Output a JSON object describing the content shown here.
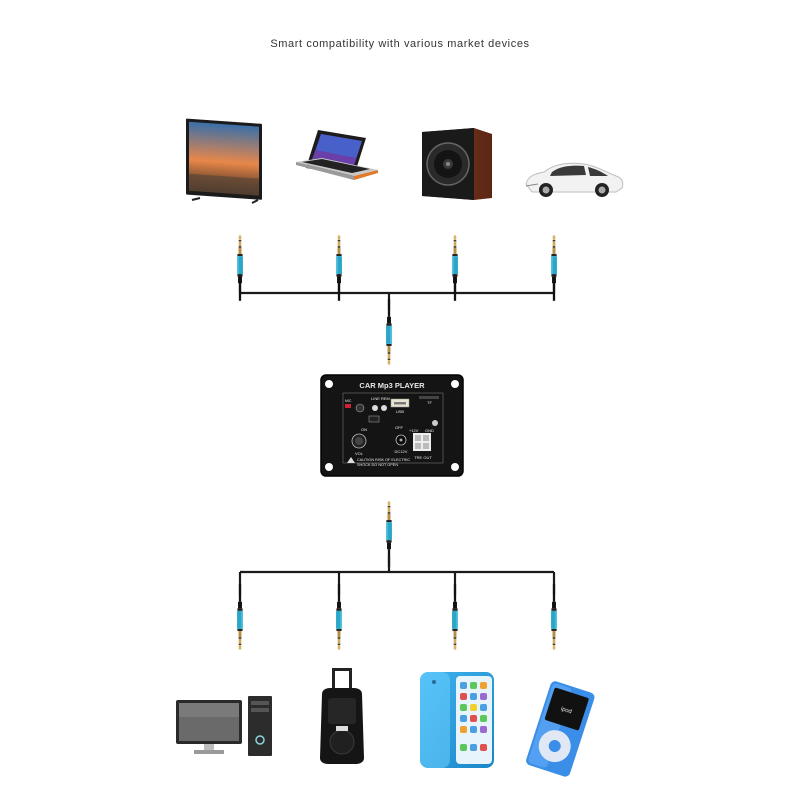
{
  "header": {
    "title": "Smart compatibility with various market devices"
  },
  "top_devices": [
    {
      "name": "tv",
      "icon": "tv-icon"
    },
    {
      "name": "laptop",
      "icon": "laptop-icon"
    },
    {
      "name": "speaker",
      "icon": "speaker-icon"
    },
    {
      "name": "car",
      "icon": "car-icon"
    }
  ],
  "bottom_devices": [
    {
      "name": "desktop-computer",
      "icon": "desktop-computer-icon"
    },
    {
      "name": "trolley-speaker",
      "icon": "trolley-speaker-icon"
    },
    {
      "name": "smartphone",
      "icon": "smartphone-icon"
    },
    {
      "name": "mp3-player",
      "icon": "mp3-player-icon"
    }
  ],
  "player": {
    "title": "CAR Mp3 PLAYER",
    "line_rem": "LINE REM",
    "usb": "USB",
    "tf": "TF",
    "on": "ON",
    "off": "OFF",
    "v12": "+12V",
    "gnd": "GND",
    "vol": "VOL",
    "dc12v": "DC12V",
    "tre_out": "TRE OUT",
    "mic": "MIC",
    "caution_1": "CAUTION RISK OF ELECTRIC",
    "caution_2": "SHOCK DO NOT OPEN"
  },
  "ipod_label": "ipod",
  "colors": {
    "cable": "#1a1a1a",
    "jack_sleeve": "#2aa6c9",
    "jack_metal": "#c9a15a",
    "panel": "#141414"
  }
}
